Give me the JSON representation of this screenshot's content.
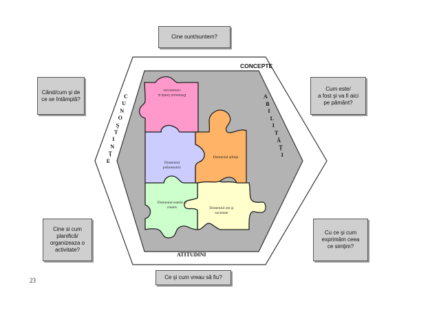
{
  "questions": {
    "top": "Cine sunt/suntem?",
    "left_top": "Când/cum şi de\nce se întâmplă?",
    "right_top": "Cum este/\na fost şi va fi aici\npe pământ?",
    "left_bottom": "Cine si cum\nplanifică/\norganizeaza o\nactivitate?",
    "right_bottom": "Cu ce şi cum\nexprimăm ceea\nce simţim?",
    "bottom": "Ce şi cum vreau să fiu?"
  },
  "labels": {
    "concepte": "CONCEPTE",
    "atitudini": "ATITUDINI",
    "cunostinte": [
      "C",
      "U",
      "N",
      "O",
      "Ş",
      "T",
      "I",
      "N",
      "Ţ",
      "E"
    ],
    "abilitati": [
      "A",
      "B",
      "I",
      "L",
      "I",
      "T",
      "Ă",
      "Ţ",
      "I"
    ]
  },
  "puzzle": {
    "pink": "Domeniul limbă şi comunicare",
    "purple": "Domeniul\npsihomotric",
    "orange": "Domeniul ştiinţe",
    "green": "Domeniul estetic şi\ncreativ",
    "yellow": "Domeniul om şi\nsocietate"
  },
  "page_number": "23",
  "colors": {
    "pink": "#ff99cc",
    "purple": "#ccccff",
    "orange": "#ffb366",
    "green": "#ccffcc",
    "yellow": "#ffffcc",
    "inner_bg": "#b3b3b3",
    "question_bg": "#cfcfcf"
  }
}
